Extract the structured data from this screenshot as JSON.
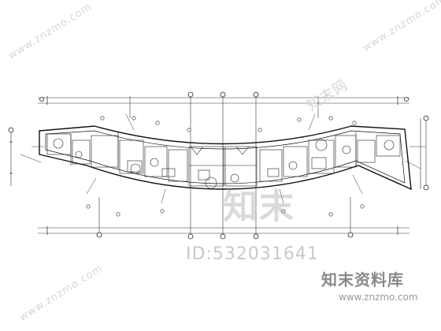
{
  "watermarks": {
    "site_url_diag": "www.znzmo.com",
    "site_url_bottom": "www.znzmo.com",
    "brand_cn_big": "知末",
    "brand_cn_diag": "知末网",
    "brand_full": "知末资料库",
    "id_text": "ID:532031641"
  },
  "drawing": {
    "top_dimension_note": "—",
    "right_corner_note": "—"
  },
  "colors": {
    "line": "#222222",
    "watermark": "#cccccc"
  }
}
